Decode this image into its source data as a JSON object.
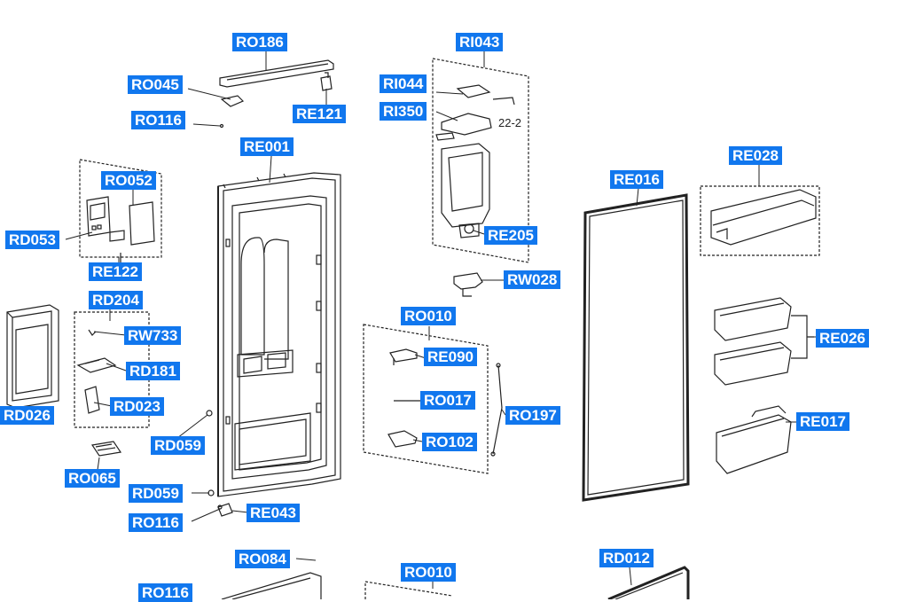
{
  "labels": {
    "ro186": "RO186",
    "ro045": "RO045",
    "ro116_a": "RO116",
    "re121": "RE121",
    "re001": "RE001",
    "ro052": "RO052",
    "rd053": "RD053",
    "re122": "RE122",
    "rd204": "RD204",
    "rw733": "RW733",
    "rd181": "RD181",
    "rd023": "RD023",
    "rd026": "RD026",
    "rd059_a": "RD059",
    "ro065": "RO065",
    "rd059_b": "RD059",
    "ro116_b": "RO116",
    "re043": "RE043",
    "ro084": "RO084",
    "ro116_c": "RO116",
    "ri043": "RI043",
    "ri044": "RI044",
    "ri350": "RI350",
    "re205": "RE205",
    "rw028": "RW028",
    "ro010_a": "RO010",
    "re090": "RE090",
    "ro017": "RO017",
    "ro102": "RO102",
    "ro197": "RO197",
    "ro010_b": "RO010",
    "re016": "RE016",
    "re028": "RE028",
    "re026": "RE026",
    "re017": "RE017",
    "rd012": "RD012"
  },
  "annotation_222": "22-2",
  "colors": {
    "label_bg": "#1177ee",
    "label_text": "#ffffff",
    "line": "#222222"
  }
}
